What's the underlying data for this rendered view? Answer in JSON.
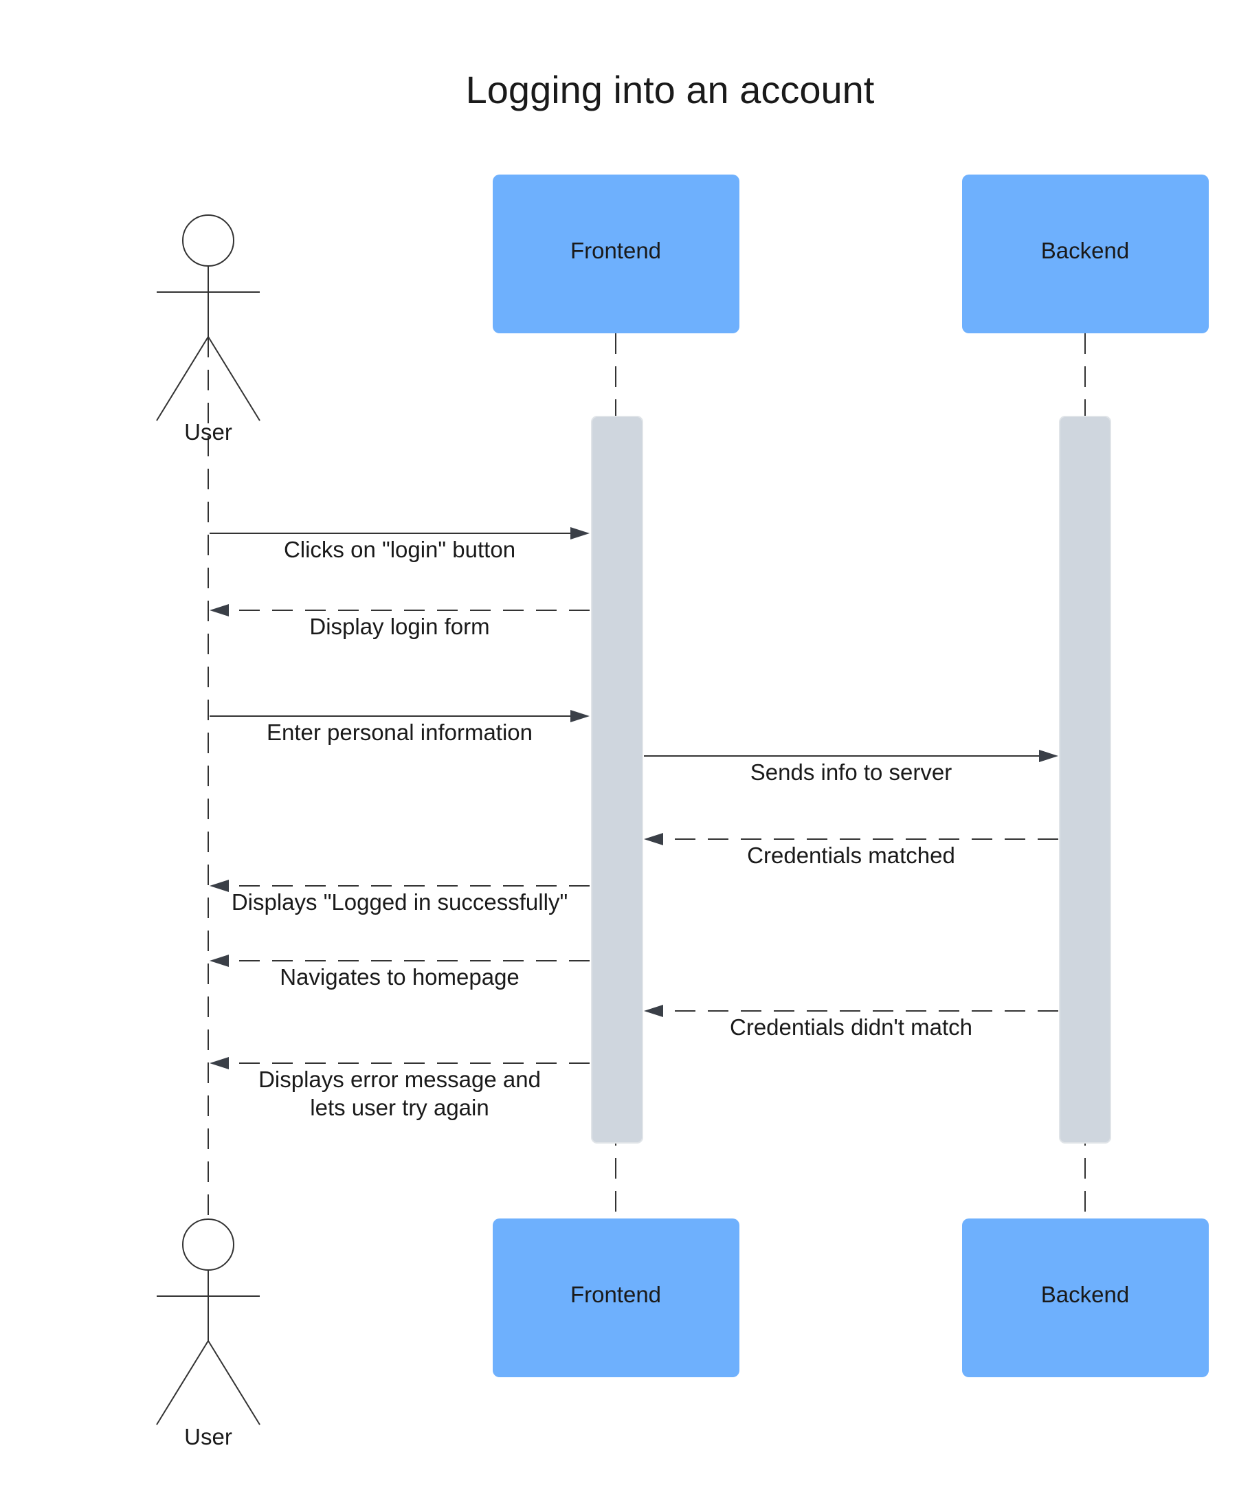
{
  "title": "Logging into an account",
  "participants": {
    "user": "User",
    "frontend": "Frontend",
    "backend": "Backend"
  },
  "colors": {
    "participant_box": "#6eb0fd",
    "activation_bar": "#cfd6de",
    "line": "#333333",
    "arrowhead": "#3a3f47"
  },
  "messages": [
    {
      "from": "User",
      "to": "Frontend",
      "style": "solid",
      "label_lines": [
        "Clicks on \"login\" button"
      ]
    },
    {
      "from": "Frontend",
      "to": "User",
      "style": "dashed",
      "label_lines": [
        "Display login form"
      ]
    },
    {
      "from": "User",
      "to": "Frontend",
      "style": "solid",
      "label_lines": [
        "Enter personal information"
      ]
    },
    {
      "from": "Frontend",
      "to": "Backend",
      "style": "solid",
      "label_lines": [
        "Sends info to server"
      ]
    },
    {
      "from": "Backend",
      "to": "Frontend",
      "style": "dashed",
      "label_lines": [
        "Credentials matched"
      ]
    },
    {
      "from": "Frontend",
      "to": "User",
      "style": "dashed",
      "label_lines": [
        "Displays \"Logged in successfully\""
      ]
    },
    {
      "from": "Frontend",
      "to": "User",
      "style": "dashed",
      "label_lines": [
        "Navigates to homepage"
      ]
    },
    {
      "from": "Backend",
      "to": "Frontend",
      "style": "dashed",
      "label_lines": [
        "Credentials didn't match"
      ]
    },
    {
      "from": "Frontend",
      "to": "User",
      "style": "dashed",
      "label_lines": [
        "Displays error message and",
        "lets user try again"
      ]
    }
  ]
}
